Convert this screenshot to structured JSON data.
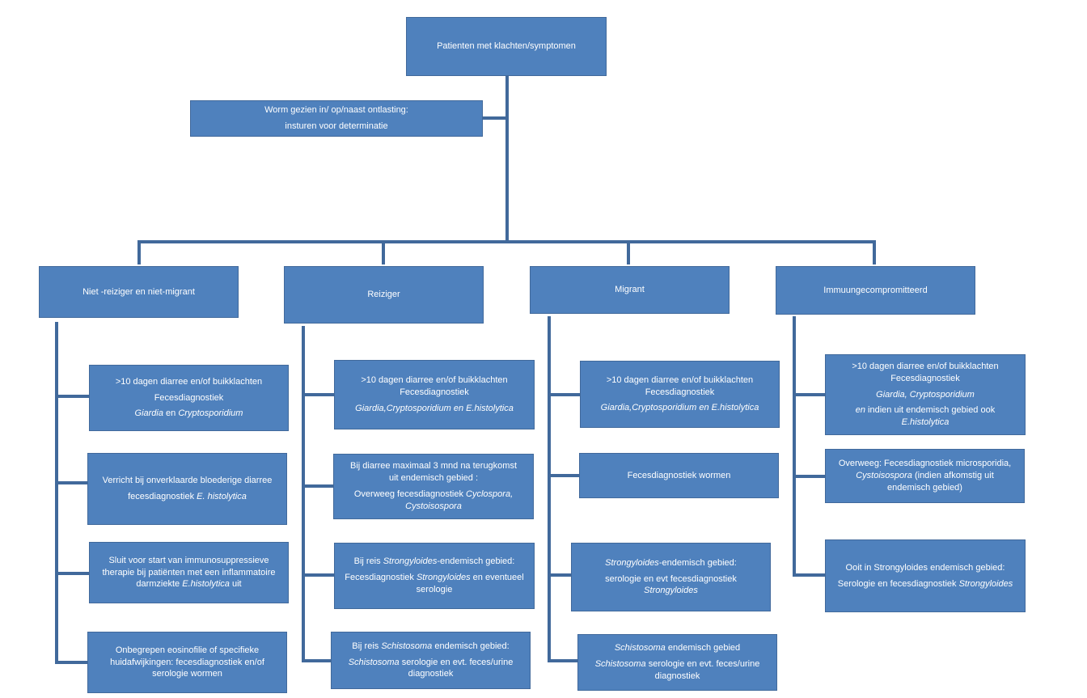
{
  "root": {
    "label": "Patienten met klachten/symptomen"
  },
  "worm": {
    "line1": "Worm gezien in/ op/naast ontlasting:",
    "line2": "insturen voor determinatie"
  },
  "categories": {
    "niet_reiziger": "Niet -reiziger en niet-migrant",
    "reiziger": "Reiziger",
    "migrant": "Migrant",
    "immuun": "Immuungecompromitteerd"
  },
  "col1": {
    "b1": {
      "l1": ">10 dagen diarree  en/of buikklachten",
      "l2": "Fecesdiagnostiek",
      "it1": "Giardia",
      "t1": " en ",
      "it2": "Cryptosporidium"
    },
    "b2": {
      "l1": "Verricht  bij  onverklaarde bloederige diarree",
      "t1": "fecesdiagnostiek ",
      "it1": "E. histolytica"
    },
    "b3": {
      "l1": "Sluit voor start van immunosuppressieve",
      "l2": "therapie bij patiënten met een inflammatoire",
      "t1": "darmziekte  ",
      "it1": "E.histolytica",
      "t2": " uit"
    },
    "b4": {
      "l1": "Onbegrepen eosinofilie of specifieke",
      "l2": "huidafwijkingen: fecesdiagnostiek en/of",
      "l3": "serologie wormen"
    }
  },
  "col2": {
    "b1": {
      "l1": ">10 dagen diarree  en/of buikklachten",
      "l2": "Fecesdiagnostiek",
      "it1": "Giardia,Cryptosporidium en E.histolytica"
    },
    "b2": {
      "l1": "Bij diarree  maximaal  3 mnd na terugkomst",
      "l2": "uit endemisch gebied :",
      "t1": "Overweeg fecesdiagnostiek ",
      "it1": "Cyclospora,",
      "it2": "Cystoisospora"
    },
    "b3": {
      "t1": "Bij reis  ",
      "it1": "Strongyloides",
      "t2": "-endemisch gebied:",
      "t3": "Fecesdiagnostiek ",
      "it2": "Strongyloides",
      "t4": " en eventueel",
      "l3": "serologie"
    },
    "b4": {
      "t1": "Bij reis ",
      "it1": "Schistosoma",
      "t2": " endemisch gebied:",
      "it2": "Schistosoma",
      "t3": " serologie en evt. feces/urine",
      "l3": "diagnostiek"
    }
  },
  "col3": {
    "b1": {
      "l1": ">10 dagen diarree  en/of buikklachten",
      "l2": "Fecesdiagnostiek",
      "it1": "Giardia,Cryptosporidium en E.histolytica"
    },
    "b2": {
      "l1": "Fecesdiagnostiek  wormen"
    },
    "b3": {
      "it1": "Strongyloides",
      "t1": "-endemisch gebied:",
      "l2": "serologie en evt fecesdiagnostiek",
      "it2": "Strongyloides"
    },
    "b4": {
      "it1": "Schistosoma",
      "t1": " endemisch gebied",
      "it2": "Schistosoma",
      "t2": " serologie en evt. feces/urine",
      "l3": "diagnostiek"
    }
  },
  "col4": {
    "b1": {
      "l1": ">10 dagen diarree  en/of buikklachten",
      "l2": "Fecesdiagnostiek",
      "it1": "Giardia, Cryptosporidium",
      "it2": "en",
      "t1": "  indien uit endemisch gebied ook",
      "it3": "E.histolytica"
    },
    "b2": {
      "l1": "Overweeg: Fecesdiagnostiek microsporidia,",
      "it1": "Cystoisospora",
      "t1": " (indien afkomstig uit",
      "l3": "endemisch gebied)"
    },
    "b3": {
      "l1": "Ooit in Strongyloides endemisch gebied:",
      "t1": "Serologie en fecesdiagnostiek ",
      "it1": "Strongyloides"
    }
  }
}
